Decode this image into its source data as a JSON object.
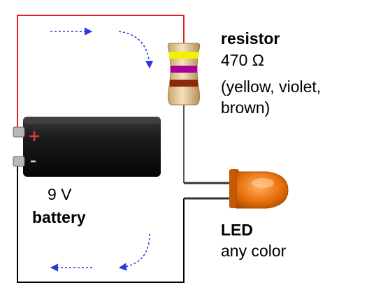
{
  "components": {
    "resistor": {
      "title": "resistor",
      "value": "470 Ω",
      "bands_line1": "(yellow, violet,",
      "bands_line2": "brown)",
      "band_colors": [
        "#f2f200",
        "#a8009a",
        "#8a2a08"
      ]
    },
    "battery": {
      "voltage": "9 V",
      "title": "battery",
      "plus_symbol": "+",
      "minus_symbol": "-"
    },
    "led": {
      "title": "LED",
      "note": "any color",
      "color": "#e8700a"
    }
  },
  "colors": {
    "positive_wire": "#e02020",
    "negative_wire": "#000000",
    "current_arrows": "#2a3adf"
  }
}
